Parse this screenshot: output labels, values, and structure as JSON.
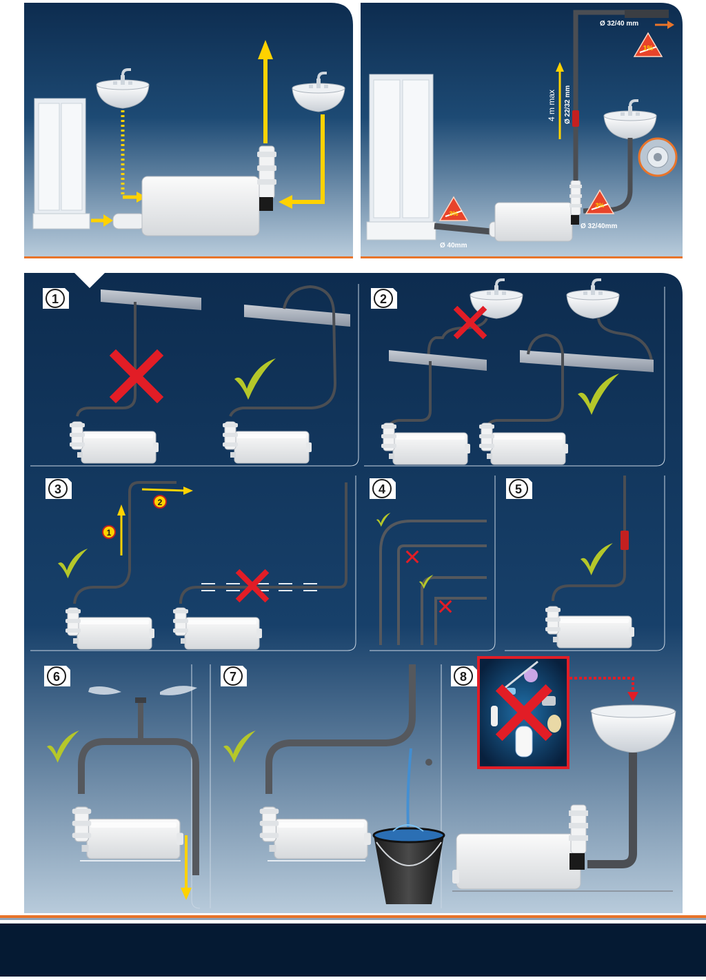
{
  "labels": {
    "outlet_top": "Ø 32/40 mm",
    "slope_top": "1%",
    "vertical_max": "4 m max",
    "vertical_diameter": "Ø 22/32 mm",
    "slope_shower": "3%",
    "slope_sink": "3%",
    "sink_pipe_diameter": "Ø 32/40mm",
    "shower_pipe_diameter": "Ø 40mm"
  },
  "steps": [
    "1",
    "2",
    "3",
    "4",
    "5",
    "6",
    "7",
    "8"
  ],
  "step3_order": [
    "1",
    "2"
  ],
  "colors": {
    "panel_dark": "#0d2c4f",
    "panel_light": "#b9ccdc",
    "arrow_yellow": "#ffd200",
    "ok_green": "#b5c72a",
    "wrong_red": "#e21d26",
    "accent_orange": "#e8742a",
    "footer": "#051a33"
  }
}
